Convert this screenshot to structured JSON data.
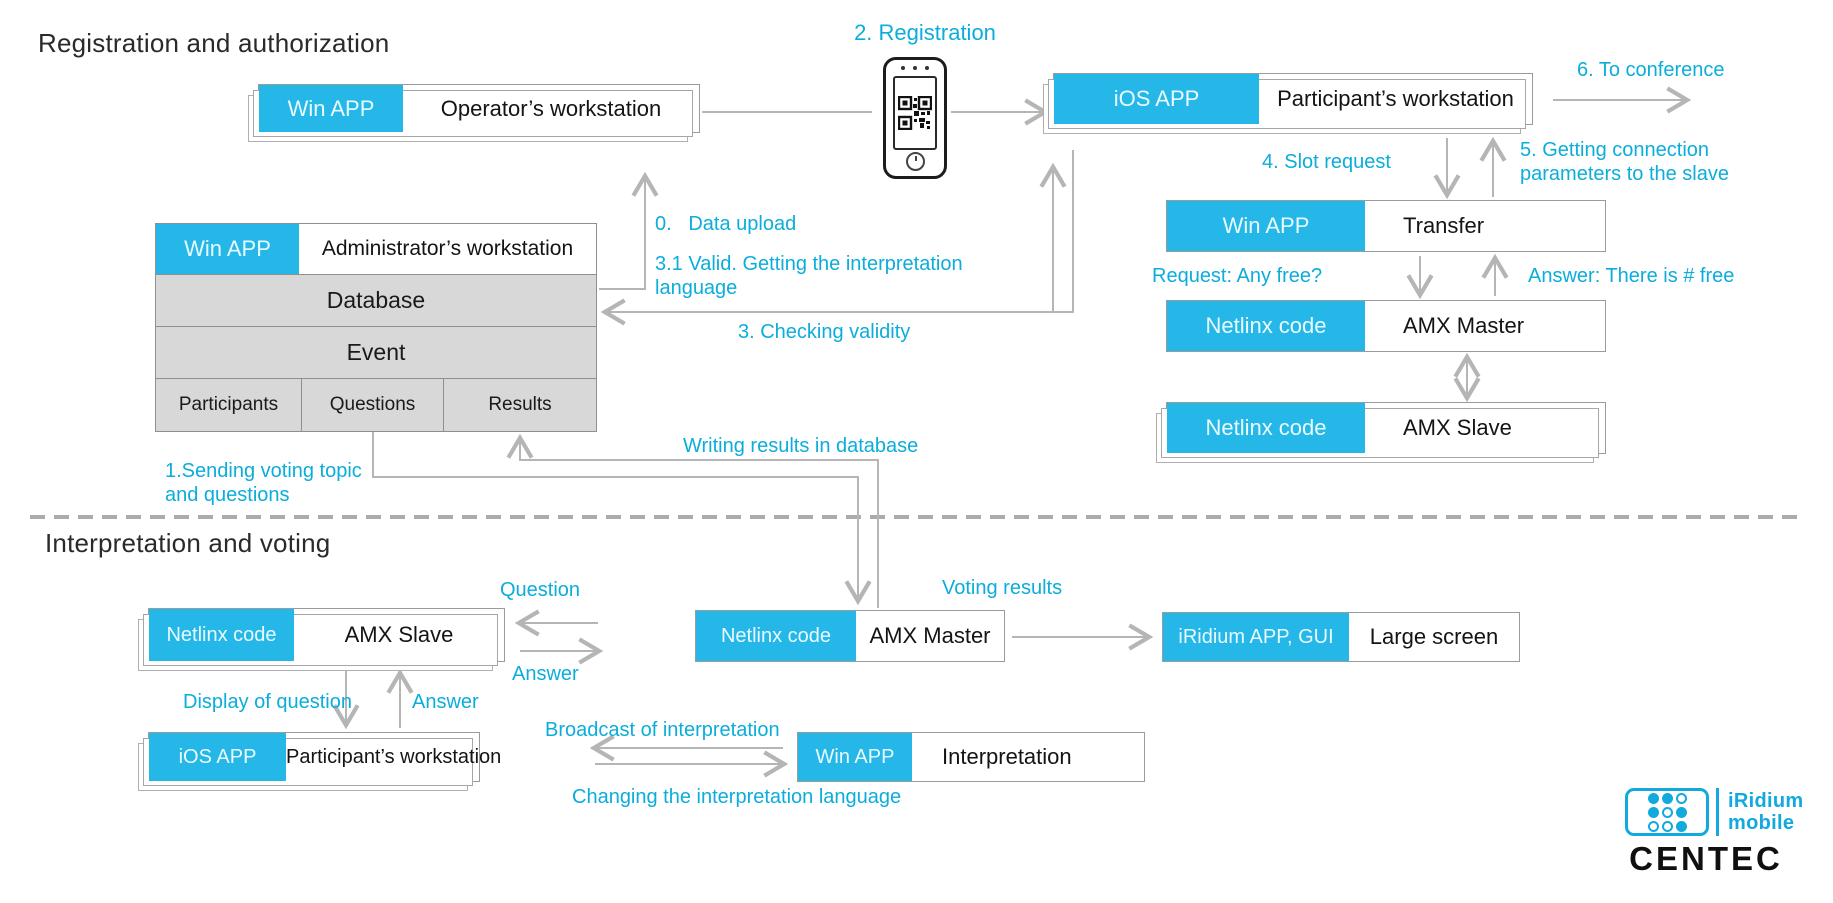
{
  "colors": {
    "accent": "#26b7e9",
    "annotation": "#0baddb",
    "logo_cyan": "#12a9de"
  },
  "sections": {
    "registration": {
      "title": "Registration and authorization"
    },
    "interpretation": {
      "title": "Interpretation and voting"
    }
  },
  "nodes": {
    "operator": {
      "tag": "Win APP",
      "label": "Operator’s workstation"
    },
    "participant_top": {
      "tag": "iOS APP",
      "label": "Participant’s workstation"
    },
    "admin": {
      "tag": "Win APP",
      "label": "Administrator’s workstation",
      "database": "Database",
      "event": "Event",
      "participants": "Participants",
      "questions": "Questions",
      "results": "Results"
    },
    "transfer": {
      "tag": "Win APP",
      "label": "Transfer"
    },
    "amx_master_right": {
      "tag": "Netlinx code",
      "label": "AMX Master"
    },
    "amx_slave_right": {
      "tag": "Netlinx code",
      "label": "AMX Slave"
    },
    "amx_slave_bottom": {
      "tag": "Netlinx code",
      "label": "AMX Slave"
    },
    "amx_master_bottom": {
      "tag": "Netlinx code",
      "label": "AMX Master"
    },
    "large_screen": {
      "tag": "iRidium APP, GUI",
      "label": "Large screen"
    },
    "participant_bottom": {
      "tag": "iOS APP",
      "label": "Participant’s workstation"
    },
    "interpretation_app": {
      "tag": "Win APP",
      "label": "Interpretation"
    }
  },
  "annotations": {
    "registration": "2. Registration",
    "to_conference": "6. To conference",
    "slot_request": "4. Slot request",
    "getting_params": "5. Getting connection parameters to the slave",
    "data_upload": "0.   Data upload",
    "valid_getting": "3.1 Valid. Getting the interpretation language",
    "checking_validity": "3. Checking validity",
    "request_any_free": "Request: Any free?",
    "answer_there_is": "Answer: There is # free",
    "sending_voting": "1.Sending voting topic and questions",
    "writing_results": "Writing results in database",
    "question": "Question",
    "answer_upper": "Answer",
    "voting_results": "Voting results",
    "display_of_question": "Display of question",
    "answer_lower": "Answer",
    "broadcast": "Broadcast of interpretation",
    "changing": "Changing the interpretation language"
  },
  "logo": {
    "brand_line1": "iRidium",
    "brand_line2": "mobile",
    "company": "CENTEC"
  }
}
